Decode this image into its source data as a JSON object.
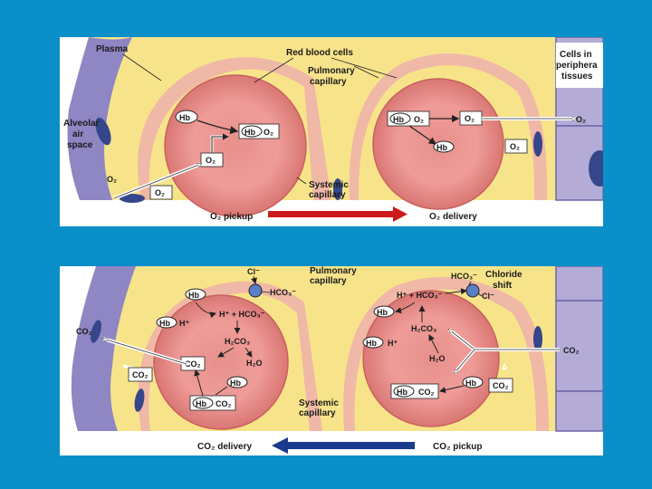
{
  "top": {
    "plasma": "Plasma",
    "red_blood_cells": "Red blood cells",
    "pulmonary_capillary": [
      "Pulmonary",
      "capillary"
    ],
    "systemic_capillary": [
      "Systemic",
      "capillary"
    ],
    "alveolar": [
      "Alveolar",
      "air",
      "space"
    ],
    "tissue_cells": [
      "Cells in",
      "periphera",
      "tissues"
    ],
    "hb": "Hb",
    "o2": "O₂",
    "hb_o2_bound": "Hb · O₂",
    "pickup": "O₂ pickup",
    "delivery": "O₂ delivery"
  },
  "bottom": {
    "cl": "Cl⁻",
    "hco3": "HCO₃⁻",
    "pulmonary_capillary": [
      "Pulmonary",
      "capillary"
    ],
    "systemic_capillary": [
      "Systemic",
      "capillary"
    ],
    "chloride_shift": [
      "Chloride",
      "shift"
    ],
    "hb": "Hb",
    "h_plus": "H⁺",
    "h_plus_hco3": "H⁺ + HCO₃⁻",
    "h2co3": "H₂CO₃",
    "h2o": "H₂O",
    "co2": "CO₂",
    "hb_co2": "Hb · CO₂",
    "cl_minus": "Cl⁻",
    "delivery": "CO₂ delivery",
    "pickup": "CO₂ pickup"
  },
  "colors": {
    "background": "#0a8fc9",
    "plasma": "#f7e48a",
    "capillary_wall": "#f0b8a6",
    "rbc": "#e88c88",
    "alveolar_cell": "#8f86c4",
    "tissue_cell": "#b4abd6",
    "nucleus": "#35478a",
    "arrow_o2": "#cc1a1a",
    "arrow_co2": "#1a3a8c"
  }
}
